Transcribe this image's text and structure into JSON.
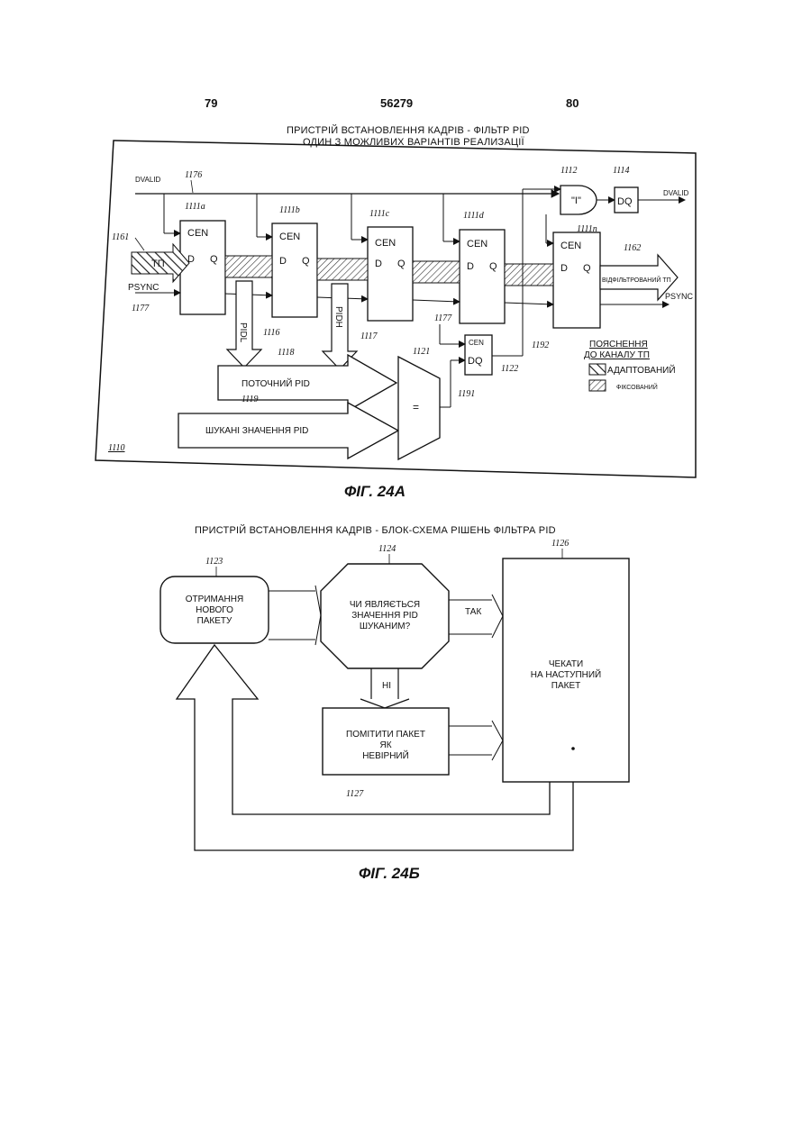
{
  "header": {
    "page_left": "79",
    "doc_number": "56279",
    "page_right": "80"
  },
  "fig_a": {
    "title_line1": "ПРИСТРІЙ ВСТАНОВЛЕННЯ КАДРІВ - ФІЛЬТР PID",
    "title_line2": "ОДИН З МОЖЛИВИХ ВАРІАНТІВ РЕАЛИЗАЦІЇ",
    "caption": "ФІГ. 24А",
    "dvalid_in": "DVALID",
    "dvalid_out": "DVALID",
    "psync_in": "PSYNC",
    "psync_out": "PSYNC",
    "tp_in": "ТП",
    "filtered_out": "ВІДФІЛЬТРОВАНИЙ ТП",
    "pidl": "PIDL",
    "pidh": "PIDH",
    "current_pid": "ПОТОЧНИЙ PID",
    "searched_pid": "ШУКАНІ ЗНАЧЕННЯ PID",
    "comparator": "=",
    "and_gate": "\"I\"",
    "cen": "CEN",
    "d": "D",
    "q": "Q",
    "dq": "DQ",
    "legend_title_1": "ПОЯСНЕННЯ",
    "legend_title_2": "ДО КАНАЛУ ТП",
    "legend_adapted": "АДАПТОВАНИЙ",
    "legend_fixed": "ФІКСОВАНИЙ",
    "refs": {
      "r1176": "1176",
      "r1111a": "1111a",
      "r1111b": "1111b",
      "r1111c": "1111c",
      "r1111d": "1111d",
      "r1111n": "1111n",
      "r1112": "1112",
      "r1114": "1114",
      "r1161": "1161",
      "r1162": "1162",
      "r1177a": "1177",
      "r1177b": "1177",
      "r1116": "1116",
      "r1117": "1117",
      "r1118": "1118",
      "r1119": "1119",
      "r1121": "1121",
      "r1122": "1122",
      "r1191": "1191",
      "r1192": "1192",
      "r1110": "1110"
    }
  },
  "fig_b": {
    "title": "ПРИСТРІЙ ВСТАНОВЛЕННЯ КАДРІВ - БЛОК-СХЕМА РІШЕНЬ ФІЛЬТРА PID",
    "caption": "ФІГ. 24Б",
    "receive": [
      "ОТРИМАННЯ",
      "НОВОГО",
      "ПАКЕТУ"
    ],
    "decision": [
      "ЧИ ЯВЛЯЄТЬСЯ",
      "ЗНАЧЕННЯ PID",
      "ШУКАНИМ?"
    ],
    "yes": "ТАК",
    "no": "НІ",
    "mark": [
      "ПОМІТИТИ ПАКЕТ",
      "ЯК",
      "НЕВІРНИЙ"
    ],
    "wait": [
      "ЧЕКАТИ",
      "НА НАСТУПНИЙ",
      "ПАКЕТ"
    ],
    "refs": {
      "r1123": "1123",
      "r1124": "1124",
      "r1126": "1126",
      "r1127": "1127"
    }
  }
}
